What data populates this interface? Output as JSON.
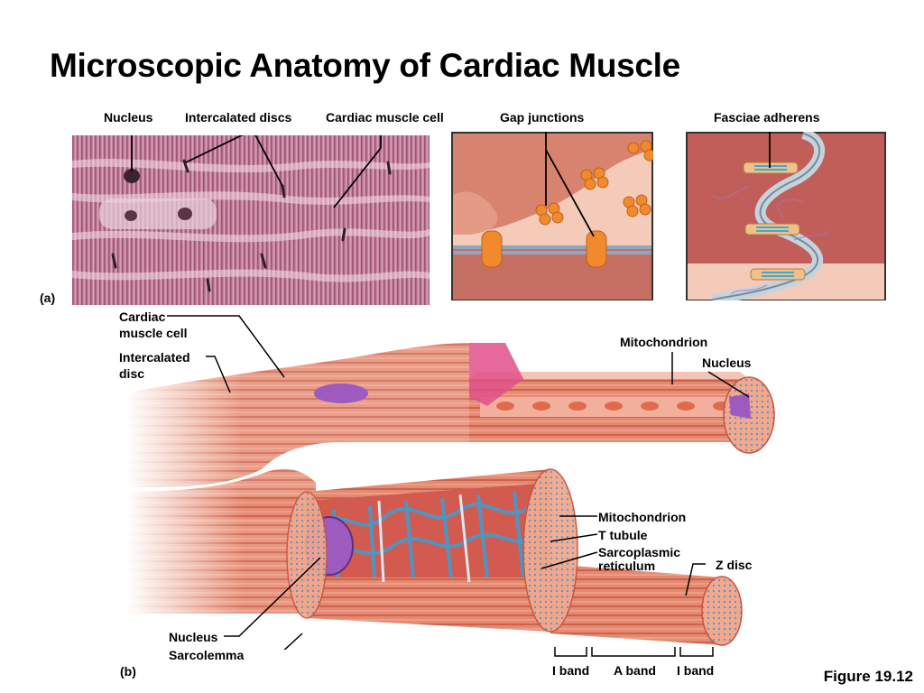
{
  "slide": {
    "title": "Microscopic Anatomy of Cardiac Muscle",
    "figure": "Figure 19.12"
  },
  "panel_a": {
    "letter": "(a)",
    "labels": {
      "nucleus": "Nucleus",
      "intercalated_discs": "Intercalated discs",
      "cardiac_muscle_cell": "Cardiac muscle cell",
      "gap_junctions": "Gap junctions",
      "fasciae_adherens": "Fasciae adherens"
    }
  },
  "panel_b": {
    "letter": "(b)",
    "labels": {
      "cardiac_muscle_cell_1": "Cardiac",
      "cardiac_muscle_cell_2": "muscle cell",
      "intercalated_disc_1": "Intercalated",
      "intercalated_disc_2": "disc",
      "mitochondrion_top": "Mitochondrion",
      "nucleus_top": "Nucleus",
      "mitochondrion": "Mitochondrion",
      "t_tubule": "T tubule",
      "sr_1": "Sarcoplasmic",
      "sr_2": "reticulum",
      "z_disc": "Z disc",
      "nucleus_bottom": "Nucleus",
      "sarcolemma": "Sarcolemma",
      "i_band_left": "I band",
      "a_band": "A band",
      "i_band_right": "I band"
    }
  },
  "colors": {
    "tissue": "#b66a86",
    "muscle": "#e58a72",
    "muscle_dark": "#c8543e",
    "tubule": "#4f95c2",
    "nucleus": "#9d5bc0",
    "gap_junction": "#f08a2c"
  }
}
